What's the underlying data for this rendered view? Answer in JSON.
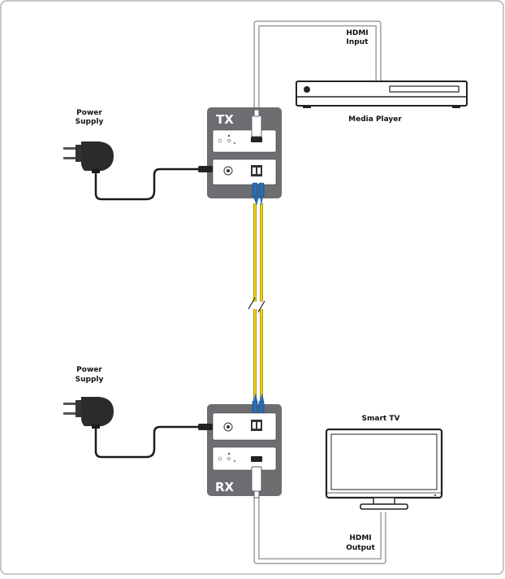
{
  "labels": {
    "hdmi_input_1": "HDMI",
    "hdmi_input_2": "Input",
    "media_player": "Media Player",
    "power_supply_top_1": "Power",
    "power_supply_top_2": "Supply",
    "power_supply_bottom_1": "Power",
    "power_supply_bottom_2": "Supply",
    "smart_tv": "Smart TV",
    "hdmi_output_1": "HDMI",
    "hdmi_output_2": "Output",
    "tx": "TX",
    "rx": "RX"
  },
  "colors": {
    "device_body": "#6d6e71",
    "panel": "#ffffff",
    "hdmi_cable": "#ffffff",
    "cable_outline": "#8a8a8a",
    "fiber": "#f2d40c",
    "fiber_connector": "#2a6db5",
    "adapter": "#2b2b2b"
  },
  "icons": {
    "tx_unit": "transmitter-icon",
    "rx_unit": "receiver-icon",
    "player": "media-player-icon",
    "tv": "smart-tv-icon",
    "adapter": "power-adapter-icon"
  }
}
